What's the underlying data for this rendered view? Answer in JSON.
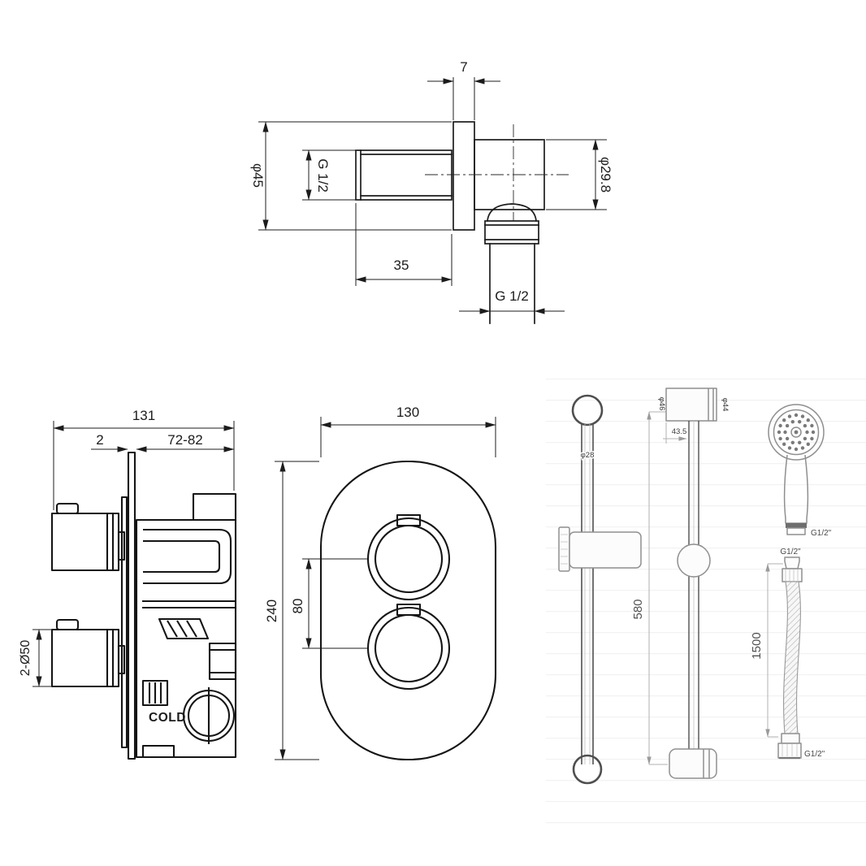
{
  "colors": {
    "ink": "#1c1c1c",
    "kit_gray": "#8f8f8f",
    "kit_dark": "#4f4f4f",
    "background": "#ffffff"
  },
  "outlet_elbow": {
    "plate_thickness": "7",
    "flange_diameter": "φ45",
    "inlet_thread": "G 1/2",
    "body_length": "35",
    "outlet_diameter": "φ29.8",
    "outlet_thread": "G 1/2"
  },
  "valve_side": {
    "overall_depth": "131",
    "plate_thickness": "2",
    "installation_depth": "72-82",
    "handle_diameter": "2-Ø50",
    "cold_port": "COLD"
  },
  "valve_front": {
    "plate_width": "130",
    "plate_height": "240",
    "handle_spacing": "80"
  },
  "rail_kit": {
    "rail_diameter": "φ28",
    "rail_length": "580",
    "bracket_front_diameter": "φ46",
    "bracket_side_diameter": "φ44",
    "bracket_depth": "43.5",
    "handset_thread": "G1/2\"",
    "hose_top_thread": "G1/2\"",
    "hose_length": "1500",
    "hose_bottom_thread": "G1/2\""
  }
}
